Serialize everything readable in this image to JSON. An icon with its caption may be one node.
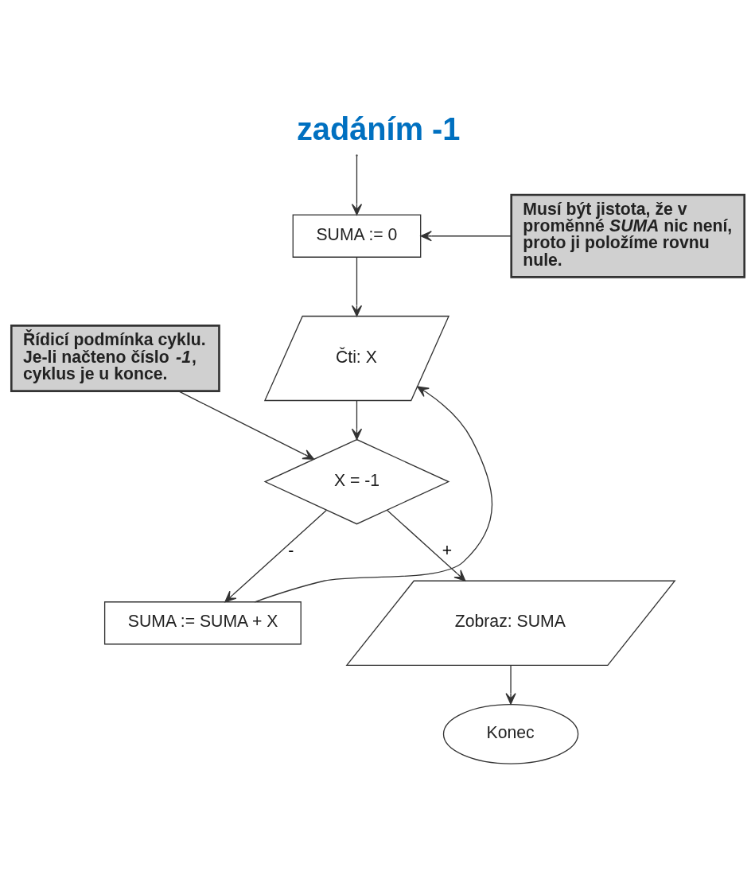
{
  "diagram": {
    "title": "zadáním -1",
    "nodes": [
      {
        "text": [
          "SUMA := 0"
        ]
      },
      {
        "text": [
          "Musí být jistota, že v proměnné *SUMA* nic není, proto ji položíme rovnu nule."
        ]
      },
      {
        "text": [
          "Čti: X"
        ]
      },
      {
        "text": [
          "Řídicí podmínka cyklu. Je-li načteno číslo *-1*, cyklus je u konce."
        ]
      },
      {
        "text": [
          "X = -1"
        ]
      },
      {
        "text": [
          "SUMA := SUMA + X"
        ]
      },
      {
        "text": [
          "Zobraz: SUMA"
        ]
      },
      {
        "text": [
          "Konec"
        ]
      }
    ],
    "edges": [
      {
        "from": null,
        "to": 0,
        "arrow": "to"
      },
      {
        "from": 1,
        "to": 0,
        "arrow": "to"
      },
      {
        "from": 0,
        "to": 2,
        "arrow": "to"
      },
      {
        "from": 5,
        "to": 2,
        "arrow": "to"
      },
      {
        "from": 3,
        "to": 4,
        "arrow": "to"
      },
      {
        "from": 2,
        "to": 4,
        "arrow": "to"
      },
      {
        "from": 4,
        "to": 5,
        "label": "-",
        "arrow": "to"
      },
      {
        "from": 4,
        "to": 6,
        "label": "+",
        "arrow": "to"
      },
      {
        "from": 6,
        "to": 7,
        "arrow": "to"
      }
    ]
  }
}
